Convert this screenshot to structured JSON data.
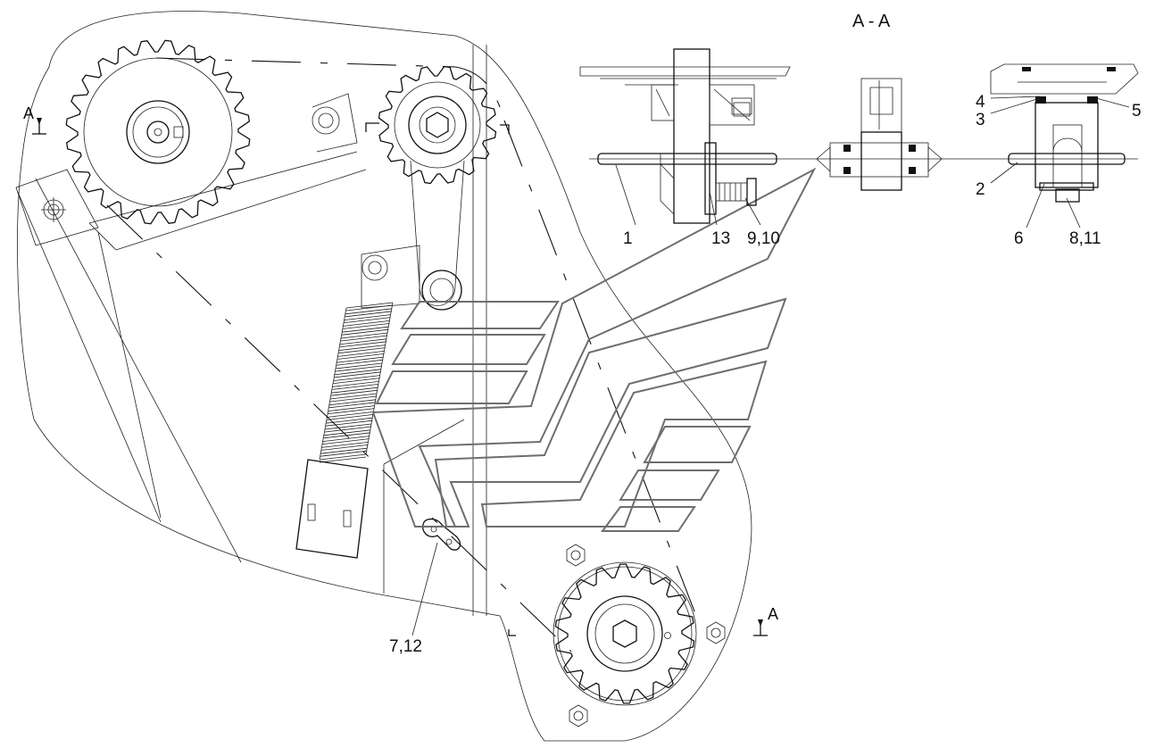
{
  "section_title": "A - A",
  "section_marks": {
    "top_left": "A",
    "bottom_right": "A"
  },
  "part_labels": {
    "p1": "1",
    "p13": "13",
    "p9_10": "9,10",
    "p2": "2",
    "p3": "3",
    "p4": "4",
    "p5": "5",
    "p6": "6",
    "p8_11": "8,11",
    "p7_12": "7,12"
  }
}
